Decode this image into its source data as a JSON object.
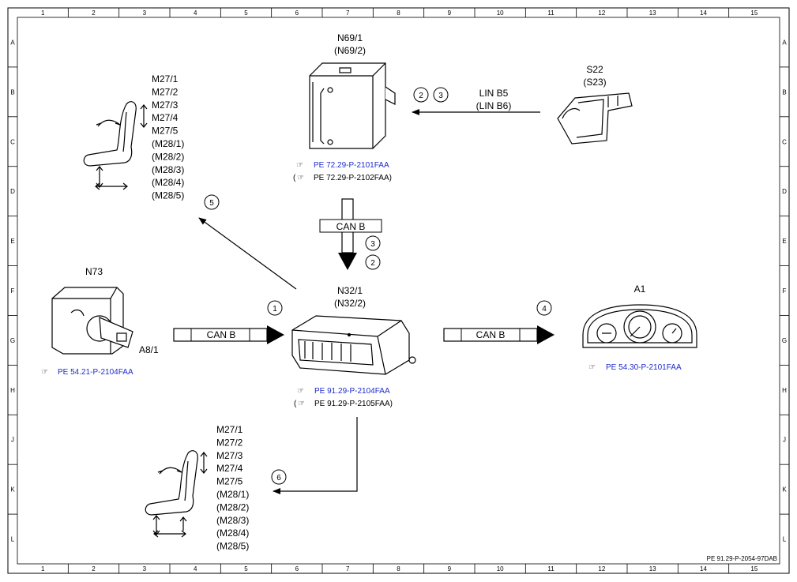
{
  "grid": {
    "columns": [
      "1",
      "2",
      "3",
      "4",
      "5",
      "6",
      "7",
      "8",
      "9",
      "10",
      "11",
      "12",
      "13",
      "14",
      "15"
    ],
    "rows": [
      "A",
      "B",
      "C",
      "D",
      "E",
      "F",
      "G",
      "H",
      "J",
      "K",
      "L"
    ]
  },
  "doc_id": "PE 91.29-P-2054-97DAB",
  "ref_symbol": "☞",
  "components": {
    "n69": {
      "line1": "N69/1",
      "line2": "(N69/2)",
      "ref1": "PE 72.29-P-2101FAA",
      "ref2_open": "(",
      "ref2": "PE 72.29-P-2102FAA)"
    },
    "s22": {
      "line1": "S22",
      "line2": "(S23)"
    },
    "lin": {
      "line1": "LIN B5",
      "line2": "(LIN B6)"
    },
    "seat_top": {
      "labels": [
        "M27/1",
        "M27/2",
        "M27/3",
        "M27/4",
        "M27/5",
        "(M28/1)",
        "(M28/2)",
        "(M28/3)",
        "(M28/4)",
        "(M28/5)"
      ]
    },
    "n73": {
      "label": "N73",
      "a8": "A8/1",
      "ref": "PE 54.21-P-2104FAA"
    },
    "n32": {
      "line1": "N32/1",
      "line2": "(N32/2)",
      "ref1": "PE 91.29-P-2104FAA",
      "ref2_open": "(",
      "ref2": "PE 91.29-P-2105FAA)"
    },
    "a1": {
      "label": "A1",
      "ref": "PE 54.30-P-2101FAA"
    },
    "seat_bottom": {
      "labels": [
        "M27/1",
        "M27/2",
        "M27/3",
        "M27/4",
        "M27/5",
        "(M28/1)",
        "(M28/2)",
        "(M28/3)",
        "(M28/4)",
        "(M28/5)"
      ]
    }
  },
  "bus": {
    "can_left": "CAN B",
    "can_right": "CAN B",
    "can_top": "CAN B"
  },
  "steps": {
    "s1": "1",
    "s2a": "2",
    "s3a": "3",
    "s2b": "2",
    "s3b": "3",
    "s4": "4",
    "s5": "5",
    "s6": "6"
  }
}
